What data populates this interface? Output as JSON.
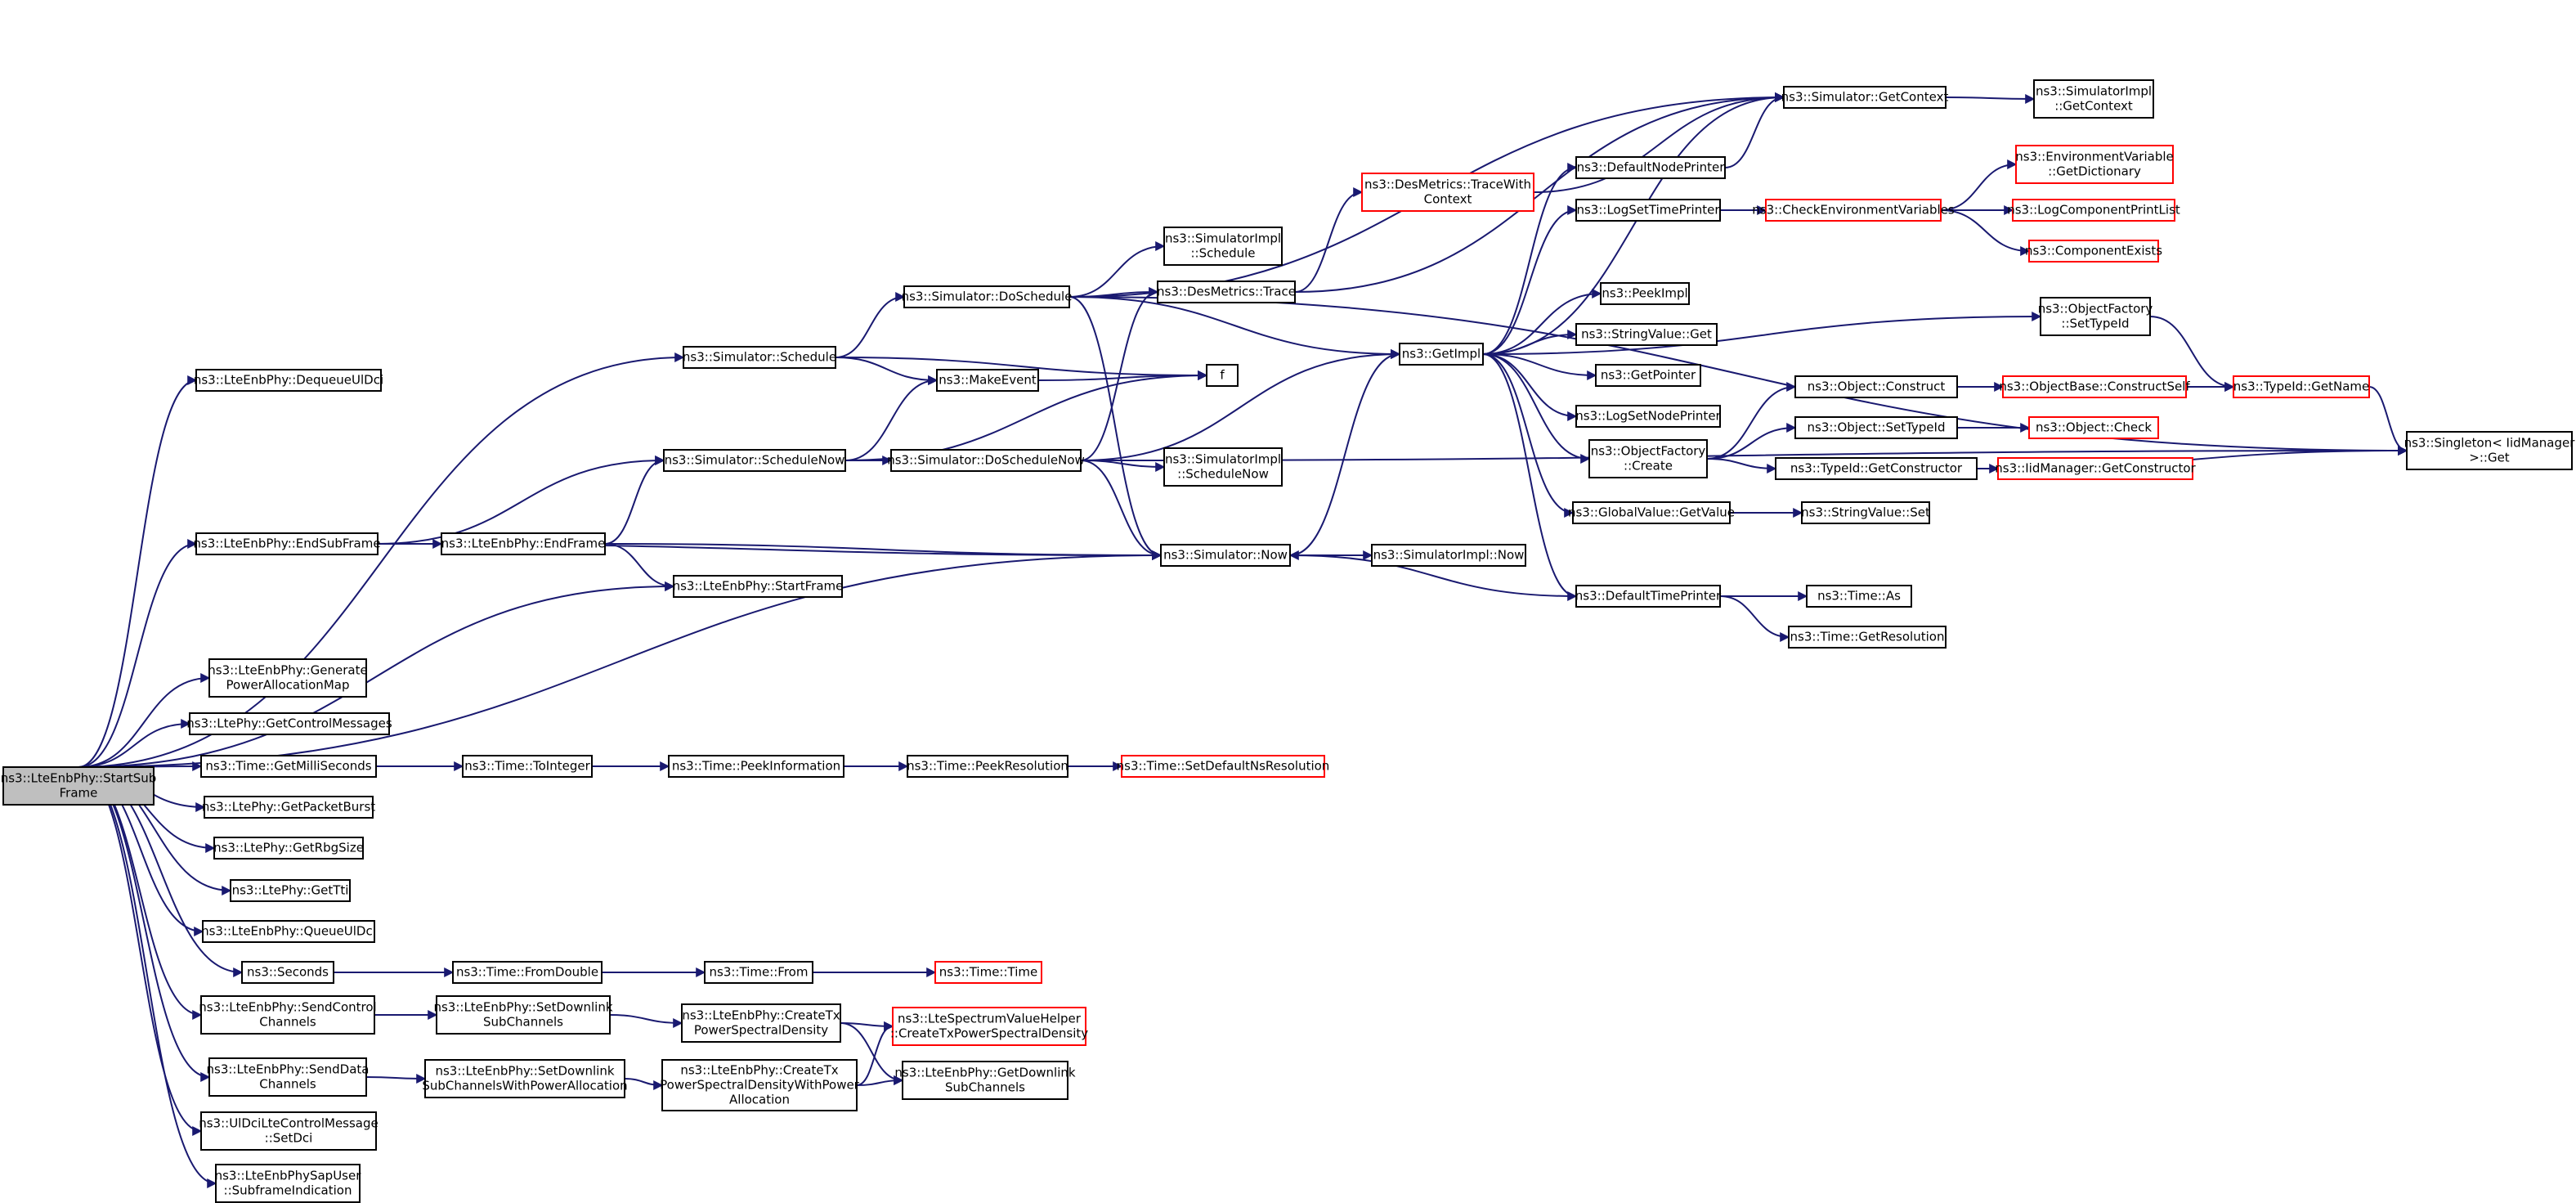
{
  "colors": {
    "edge": "#191970",
    "truncated_border": "#ff0000",
    "root_fill": "#bfbfbf",
    "node_border": "#000000"
  },
  "nodes": {
    "root": [
      "ns3::LteEnbPhy::StartSub",
      "Frame"
    ],
    "dequeueUlDci": [
      "ns3::LteEnbPhy::DequeueUlDci"
    ],
    "scheduleS": [
      "ns3::Simulator::Schedule"
    ],
    "doSchedule": [
      "ns3::Simulator::DoSchedule"
    ],
    "simImplSchedule": [
      "ns3::SimulatorImpl",
      "::Schedule"
    ],
    "desTrace": [
      "ns3::DesMetrics::Trace"
    ],
    "desTraceWith": [
      "ns3::DesMetrics::TraceWith",
      "Context"
    ],
    "getContext": [
      "ns3::Simulator::GetContext"
    ],
    "implGetContext": [
      "ns3::SimulatorImpl",
      "::GetContext"
    ],
    "makeEvent": [
      "ns3::MakeEvent"
    ],
    "f": [
      "f"
    ],
    "scheduleNow": [
      "ns3::Simulator::ScheduleNow"
    ],
    "doScheduleNow": [
      "ns3::Simulator::DoScheduleNow"
    ],
    "implScheduleNow": [
      "ns3::SimulatorImpl",
      "::ScheduleNow"
    ],
    "endSubFrame": [
      "ns3::LteEnbPhy::EndSubFrame"
    ],
    "endFrame": [
      "ns3::LteEnbPhy::EndFrame"
    ],
    "startFrame": [
      "ns3::LteEnbPhy::StartFrame"
    ],
    "now": [
      "ns3::Simulator::Now"
    ],
    "implNow": [
      "ns3::SimulatorImpl::Now"
    ],
    "getImpl": [
      "ns3::GetImpl"
    ],
    "defaultNodePrinter": [
      "ns3::DefaultNodePrinter"
    ],
    "logSetTimePrinter": [
      "ns3::LogSetTimePrinter"
    ],
    "checkEnv": [
      "ns3::CheckEnvironmentVariables"
    ],
    "envGetDict": [
      "ns3::EnvironmentVariable",
      "::GetDictionary"
    ],
    "logCompPrint": [
      "ns3::LogComponentPrintList"
    ],
    "compExists": [
      "ns3::ComponentExists"
    ],
    "peekImpl": [
      "ns3::PeekImpl"
    ],
    "strValGet": [
      "ns3::StringValue::Get"
    ],
    "getPointer": [
      "ns3::GetPointer"
    ],
    "logSetNodePrinter": [
      "ns3::LogSetNodePrinter"
    ],
    "objFactoryCreate": [
      "ns3::ObjectFactory",
      "::Create"
    ],
    "objConstruct": [
      "ns3::Object::Construct"
    ],
    "objBaseConstructSelf": [
      "ns3::ObjectBase::ConstructSelf"
    ],
    "objSetTypeId": [
      "ns3::Object::SetTypeId"
    ],
    "objCheck": [
      "ns3::Object::Check"
    ],
    "typeIdGetConstructor": [
      "ns3::TypeId::GetConstructor"
    ],
    "iidGetConstructor": [
      "ns3::IidManager::GetConstructor"
    ],
    "objFactorySetTypeId": [
      "ns3::ObjectFactory",
      "::SetTypeId"
    ],
    "typeIdGetName": [
      "ns3::TypeId::GetName"
    ],
    "singletonGet": [
      "ns3::Singleton< IidManager",
      ">::Get"
    ],
    "globalGetValue": [
      "ns3::GlobalValue::GetValue"
    ],
    "strValSet": [
      "ns3::StringValue::Set"
    ],
    "defaultTimePrinter": [
      "ns3::DefaultTimePrinter"
    ],
    "timeAs": [
      "ns3::Time::As"
    ],
    "timeGetResolution": [
      "ns3::Time::GetResolution"
    ],
    "generatePAM": [
      "ns3::LteEnbPhy::Generate",
      "PowerAllocationMap"
    ],
    "getControlMessages": [
      "ns3::LtePhy::GetControlMessages"
    ],
    "getMilliSeconds": [
      "ns3::Time::GetMilliSeconds"
    ],
    "toInteger": [
      "ns3::Time::ToInteger"
    ],
    "peekInformation": [
      "ns3::Time::PeekInformation"
    ],
    "peekResolution": [
      "ns3::Time::PeekResolution"
    ],
    "setDefaultNs": [
      "ns3::Time::SetDefaultNsResolution"
    ],
    "getPacketBurst": [
      "ns3::LtePhy::GetPacketBurst"
    ],
    "getRbgSize": [
      "ns3::LtePhy::GetRbgSize"
    ],
    "getTti": [
      "ns3::LtePhy::GetTti"
    ],
    "queueUlDci": [
      "ns3::LteEnbPhy::QueueUlDci"
    ],
    "seconds": [
      "ns3::Seconds"
    ],
    "fromDouble": [
      "ns3::Time::FromDouble"
    ],
    "timeFrom": [
      "ns3::Time::From"
    ],
    "timeTime": [
      "ns3::Time::Time"
    ],
    "sendControl": [
      "ns3::LteEnbPhy::SendControl",
      "Channels"
    ],
    "setDownlinkSub": [
      "ns3::LteEnbPhy::SetDownlink",
      "SubChannels"
    ],
    "createTxPSD": [
      "ns3::LteEnbPhy::CreateTx",
      "PowerSpectralDensity"
    ],
    "spectrumHelper": [
      "ns3::LteSpectrumValueHelper",
      "::CreateTxPowerSpectralDensity"
    ],
    "sendData": [
      "ns3::LteEnbPhy::SendData",
      "Channels"
    ],
    "setDownlinkSubPA": [
      "ns3::LteEnbPhy::SetDownlink",
      "SubChannelsWithPowerAllocation"
    ],
    "createTxPSDPA": [
      "ns3::LteEnbPhy::CreateTx",
      "PowerSpectralDensityWithPower",
      "Allocation"
    ],
    "getDownlinkSub": [
      "ns3::LteEnbPhy::GetDownlink",
      "SubChannels"
    ],
    "ulDciSetDci": [
      "ns3::UlDciLteControlMessage",
      "::SetDci"
    ],
    "subframeIndication": [
      "ns3::LteEnbPhySapUser",
      "::SubframeIndication"
    ]
  },
  "truncated": [
    "desTraceWith",
    "envGetDict",
    "checkEnv",
    "logCompPrint",
    "compExists",
    "objBaseConstructSelf",
    "objCheck",
    "iidGetConstructor",
    "typeIdGetName",
    "setDefaultNs",
    "timeTime",
    "spectrumHelper"
  ],
  "edges": [
    [
      "root",
      "dequeueUlDci"
    ],
    [
      "root",
      "scheduleS"
    ],
    [
      "root",
      "endSubFrame"
    ],
    [
      "root",
      "startFrame"
    ],
    [
      "root",
      "now"
    ],
    [
      "root",
      "generatePAM"
    ],
    [
      "root",
      "getControlMessages"
    ],
    [
      "root",
      "getMilliSeconds"
    ],
    [
      "root",
      "getPacketBurst"
    ],
    [
      "root",
      "getRbgSize"
    ],
    [
      "root",
      "getTti"
    ],
    [
      "root",
      "queueUlDci"
    ],
    [
      "root",
      "seconds"
    ],
    [
      "root",
      "sendControl"
    ],
    [
      "root",
      "sendData"
    ],
    [
      "root",
      "ulDciSetDci"
    ],
    [
      "root",
      "subframeIndication"
    ],
    [
      "scheduleS",
      "doSchedule"
    ],
    [
      "scheduleS",
      "makeEvent"
    ],
    [
      "scheduleS",
      "f"
    ],
    [
      "doSchedule",
      "simImplSchedule"
    ],
    [
      "doSchedule",
      "desTrace"
    ],
    [
      "doSchedule",
      "getImpl"
    ],
    [
      "doSchedule",
      "now"
    ],
    [
      "doSchedule",
      "getContext"
    ],
    [
      "doSchedule",
      "singletonGet"
    ],
    [
      "desTrace",
      "desTraceWith"
    ],
    [
      "desTrace",
      "getContext"
    ],
    [
      "desTraceWith",
      "getContext"
    ],
    [
      "getContext",
      "implGetContext"
    ],
    [
      "makeEvent",
      "f"
    ],
    [
      "scheduleNow",
      "doScheduleNow"
    ],
    [
      "scheduleNow",
      "makeEvent"
    ],
    [
      "scheduleNow",
      "f"
    ],
    [
      "doScheduleNow",
      "implScheduleNow"
    ],
    [
      "doScheduleNow",
      "desTrace"
    ],
    [
      "doScheduleNow",
      "getImpl"
    ],
    [
      "doScheduleNow",
      "now"
    ],
    [
      "doScheduleNow",
      "singletonGet"
    ],
    [
      "endSubFrame",
      "endFrame"
    ],
    [
      "endSubFrame",
      "scheduleNow"
    ],
    [
      "endSubFrame",
      "now"
    ],
    [
      "endFrame",
      "scheduleNow"
    ],
    [
      "endFrame",
      "startFrame"
    ],
    [
      "endFrame",
      "now"
    ],
    [
      "now",
      "implNow"
    ],
    [
      "now",
      "getImpl"
    ],
    [
      "getImpl",
      "defaultNodePrinter"
    ],
    [
      "getImpl",
      "logSetTimePrinter"
    ],
    [
      "getImpl",
      "peekImpl"
    ],
    [
      "getImpl",
      "strValGet"
    ],
    [
      "getImpl",
      "getPointer"
    ],
    [
      "getImpl",
      "logSetNodePrinter"
    ],
    [
      "getImpl",
      "objFactoryCreate"
    ],
    [
      "getImpl",
      "globalGetValue"
    ],
    [
      "getImpl",
      "defaultTimePrinter"
    ],
    [
      "getImpl",
      "getContext"
    ],
    [
      "getImpl",
      "objFactorySetTypeId"
    ],
    [
      "defaultNodePrinter",
      "getContext"
    ],
    [
      "logSetTimePrinter",
      "checkEnv"
    ],
    [
      "checkEnv",
      "envGetDict"
    ],
    [
      "checkEnv",
      "logCompPrint"
    ],
    [
      "checkEnv",
      "compExists"
    ],
    [
      "objFactorySetTypeId",
      "typeIdGetName"
    ],
    [
      "objFactoryCreate",
      "objConstruct"
    ],
    [
      "objFactoryCreate",
      "objSetTypeId"
    ],
    [
      "objFactoryCreate",
      "typeIdGetConstructor"
    ],
    [
      "objConstruct",
      "objBaseConstructSelf"
    ],
    [
      "objBaseConstructSelf",
      "typeIdGetName"
    ],
    [
      "objSetTypeId",
      "objCheck"
    ],
    [
      "typeIdGetConstructor",
      "iidGetConstructor"
    ],
    [
      "typeIdGetConstructor",
      "singletonGet"
    ],
    [
      "typeIdGetName",
      "singletonGet"
    ],
    [
      "globalGetValue",
      "strValSet"
    ],
    [
      "defaultTimePrinter",
      "now"
    ],
    [
      "defaultTimePrinter",
      "timeAs"
    ],
    [
      "defaultTimePrinter",
      "timeGetResolution"
    ],
    [
      "getMilliSeconds",
      "toInteger"
    ],
    [
      "toInteger",
      "peekInformation"
    ],
    [
      "peekInformation",
      "peekResolution"
    ],
    [
      "peekResolution",
      "setDefaultNs"
    ],
    [
      "seconds",
      "fromDouble"
    ],
    [
      "fromDouble",
      "timeFrom"
    ],
    [
      "timeFrom",
      "timeTime"
    ],
    [
      "sendControl",
      "setDownlinkSub"
    ],
    [
      "setDownlinkSub",
      "createTxPSD"
    ],
    [
      "createTxPSD",
      "spectrumHelper"
    ],
    [
      "createTxPSD",
      "getDownlinkSub"
    ],
    [
      "sendData",
      "setDownlinkSubPA"
    ],
    [
      "setDownlinkSubPA",
      "createTxPSDPA"
    ],
    [
      "createTxPSDPA",
      "spectrumHelper"
    ],
    [
      "createTxPSDPA",
      "getDownlinkSub"
    ]
  ]
}
